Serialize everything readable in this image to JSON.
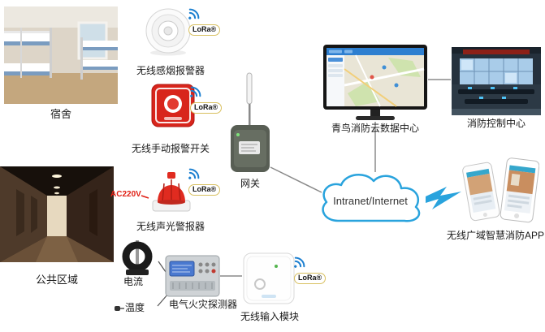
{
  "areas": {
    "dorm": "宿舍",
    "public": "公共区域"
  },
  "devices": {
    "smoke": "无线感烟报警器",
    "manual": "无线手动报警开关",
    "sound": "无线声光警报器",
    "sound_power": "AC220V",
    "gateway": "网关",
    "current": "电流",
    "temperature": "温度",
    "detector": "电气火灾探测器",
    "module": "无线输入模块"
  },
  "badges": {
    "lora": "LoRa®"
  },
  "network": {
    "cloud": "Intranet/Internet"
  },
  "right": {
    "datacenter": "青鸟消防云数据中心",
    "control": "消防控制中心",
    "app": "无线广域智慧消防APP"
  },
  "colors": {
    "cloud_stroke": "#29a3dd",
    "wifi_blue": "#1b7fd0",
    "alarm_red": "#d9251c",
    "link_gray": "#8a8a8a"
  }
}
